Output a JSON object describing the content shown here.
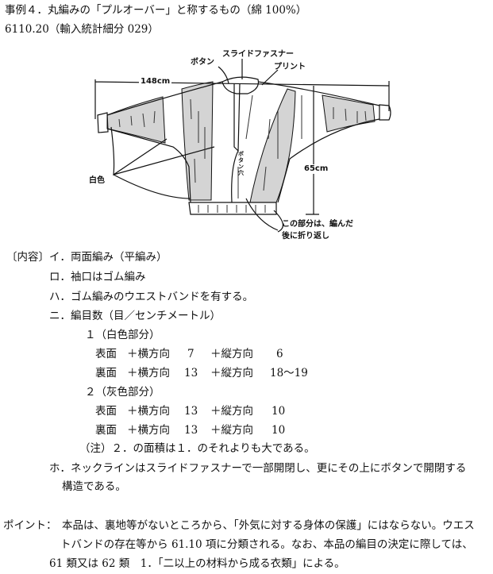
{
  "header": {
    "title": "事例４．丸編みの「プルオーバー」と称するもの（綿 100%）",
    "code": "6110.20（輸入統計細分 029）"
  },
  "diagram": {
    "labels": {
      "button": "ボタン",
      "zipper": "スライドファスナー",
      "print": "プリント",
      "width": "148cm",
      "height": "65cm",
      "white": "白色",
      "buttonhole": "ボタン穴",
      "folded_1": "この部分は、編んだ",
      "folded_2": "後に折り返し"
    },
    "colors": {
      "gray_panel": "#d4d4d4",
      "line": "#111111"
    }
  },
  "content": {
    "heading": "〔内容〕",
    "i": "イ．両面編み（平編み）",
    "ro": "ロ．袖口はゴム編み",
    "ha": "ハ．ゴム編みのウエストバンドを有する。",
    "ni": "ニ．編目数（目／センチメートル）",
    "part1": "１（白色部分）",
    "part1_rows": [
      {
        "side": "表面",
        "h": "＋横方向",
        "hv": "7",
        "v": "＋縦方向",
        "vv": "6"
      },
      {
        "side": "裏面",
        "h": "＋横方向",
        "hv": "13",
        "v": "＋縦方向",
        "vv": "18～19"
      }
    ],
    "part2": "２（灰色部分）",
    "part2_rows": [
      {
        "side": "表面",
        "h": "＋横方向",
        "hv": "13",
        "v": "＋縦方向",
        "vv": "10"
      },
      {
        "side": "裏面",
        "h": "＋横方向",
        "hv": "13",
        "v": "＋縦方向",
        "vv": "10"
      }
    ],
    "note": "（注）２．の面積は１．のそれよりも大である。",
    "ho_1": "ホ．ネックラインはスライドファスナーで一部開閉し、更にその上にボタンで開閉する",
    "ho_2": "構造である。"
  },
  "point": {
    "label": "ポイント：",
    "line1": "本品は、裏地等がないところから、「外気に対する身体の保護」にはならない。ウエス",
    "line2": "トバンドの存在等から 61.10 項に分類される。なお、本品の編目の決定に際しては、",
    "line3": "61 類又は 62 類　1．「二以上の材料から成る衣類」による。"
  }
}
